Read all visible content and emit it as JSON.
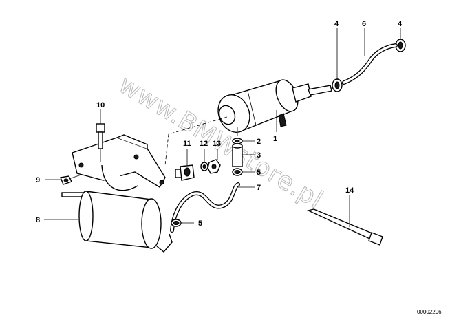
{
  "diagram": {
    "watermark": "www.BMWstore.pl",
    "document_number": "00002296",
    "callouts": [
      {
        "id": "c1",
        "label": "1"
      },
      {
        "id": "c2",
        "label": "2"
      },
      {
        "id": "c3",
        "label": "3"
      },
      {
        "id": "c4a",
        "label": "4"
      },
      {
        "id": "c4b",
        "label": "4"
      },
      {
        "id": "c5a",
        "label": "5"
      },
      {
        "id": "c5b",
        "label": "5"
      },
      {
        "id": "c6",
        "label": "6"
      },
      {
        "id": "c7",
        "label": "7"
      },
      {
        "id": "c8",
        "label": "8"
      },
      {
        "id": "c9",
        "label": "9"
      },
      {
        "id": "c10",
        "label": "10"
      },
      {
        "id": "c11",
        "label": "11"
      },
      {
        "id": "c12",
        "label": "12"
      },
      {
        "id": "c13",
        "label": "13"
      },
      {
        "id": "c14",
        "label": "14"
      }
    ]
  }
}
